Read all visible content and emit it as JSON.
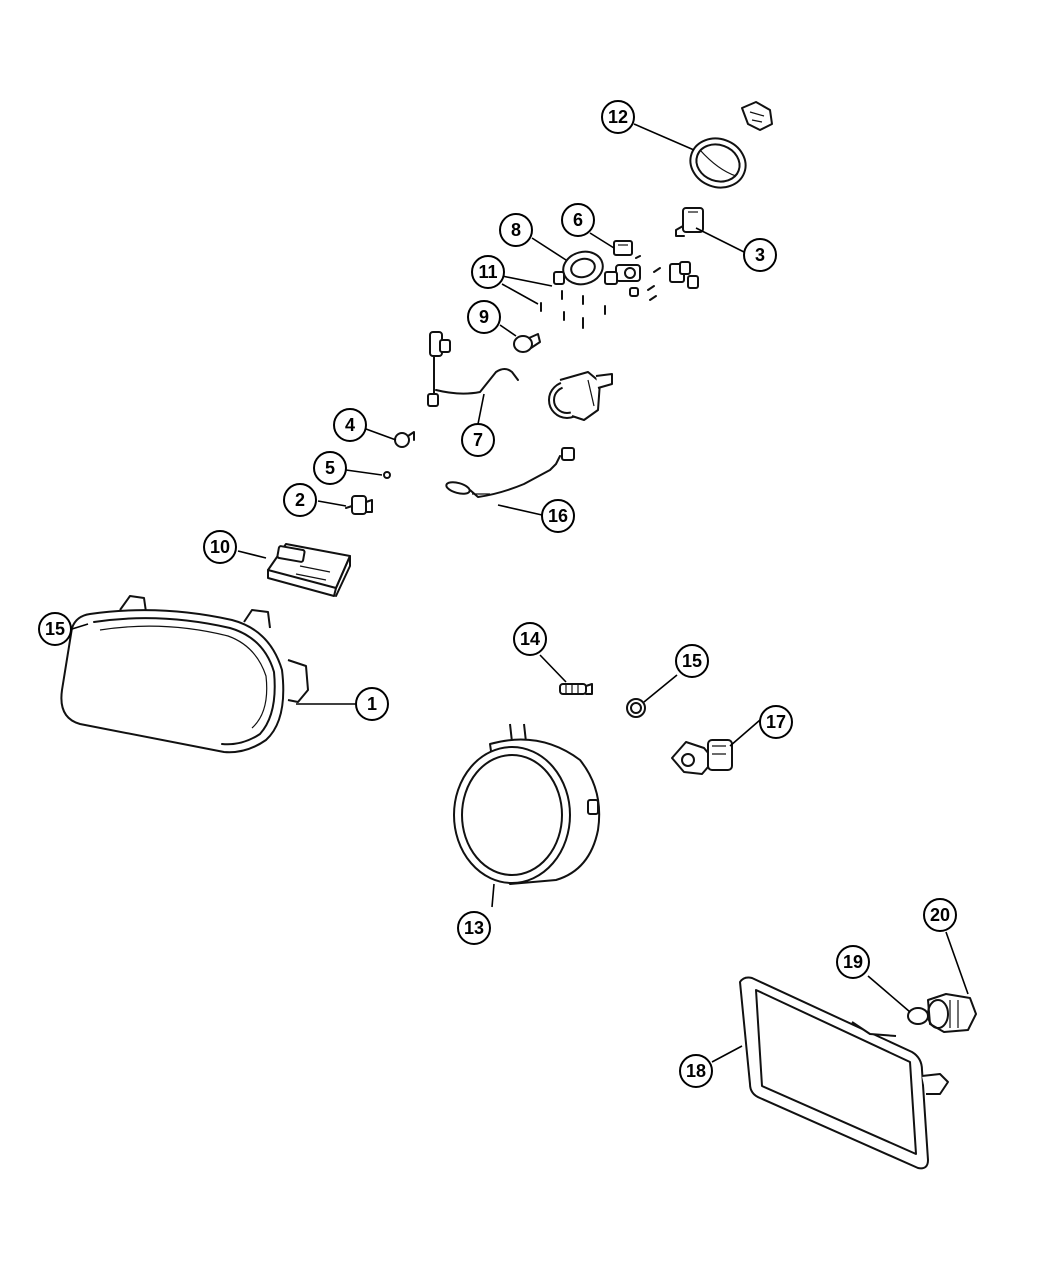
{
  "callouts": [
    {
      "id": "c1",
      "label": "1"
    },
    {
      "id": "c2",
      "label": "2"
    },
    {
      "id": "c3",
      "label": "3"
    },
    {
      "id": "c4",
      "label": "4"
    },
    {
      "id": "c5",
      "label": "5"
    },
    {
      "id": "c6",
      "label": "6"
    },
    {
      "id": "c7",
      "label": "7"
    },
    {
      "id": "c8",
      "label": "8"
    },
    {
      "id": "c9",
      "label": "9"
    },
    {
      "id": "c10",
      "label": "10"
    },
    {
      "id": "c11",
      "label": "11"
    },
    {
      "id": "c12",
      "label": "12"
    },
    {
      "id": "c13",
      "label": "13"
    },
    {
      "id": "c14",
      "label": "14"
    },
    {
      "id": "c15a",
      "label": "15"
    },
    {
      "id": "c15b",
      "label": "15"
    },
    {
      "id": "c16",
      "label": "16"
    },
    {
      "id": "c17",
      "label": "17"
    },
    {
      "id": "c18",
      "label": "18"
    },
    {
      "id": "c19",
      "label": "19"
    },
    {
      "id": "c20",
      "label": "20"
    }
  ]
}
